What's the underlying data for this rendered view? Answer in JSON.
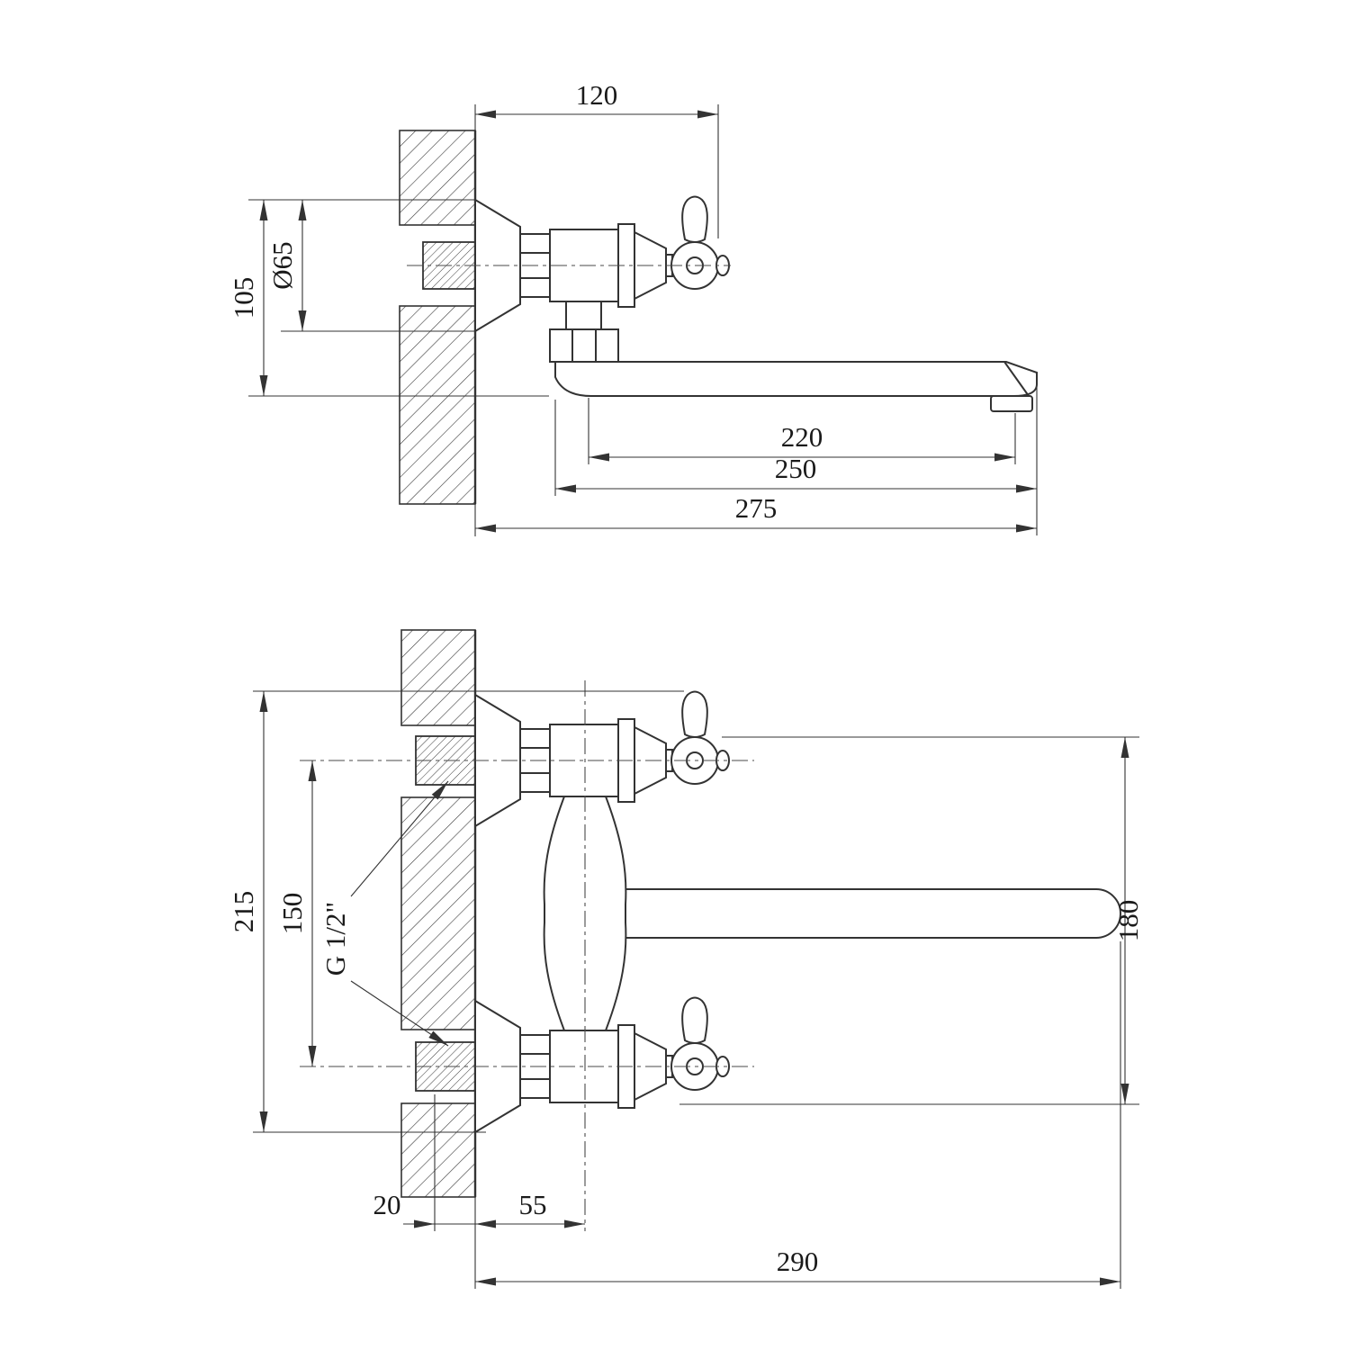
{
  "colors": {
    "line": "#333333",
    "text": "#1a1a1a",
    "background": "#ffffff"
  },
  "views": {
    "side_view": {
      "dims": {
        "handle_depth": "120",
        "flange_diameter": "Ø65",
        "height": "105",
        "spout_inner": "220",
        "spout_outer": "250",
        "total_depth": "275"
      }
    },
    "front_view": {
      "dims": {
        "overall_height": "215",
        "inlet_spacing": "150",
        "thread": "G 1/2\"",
        "right_height": "180",
        "wall_offset": "20",
        "body_offset": "55",
        "total_reach": "290"
      }
    }
  }
}
